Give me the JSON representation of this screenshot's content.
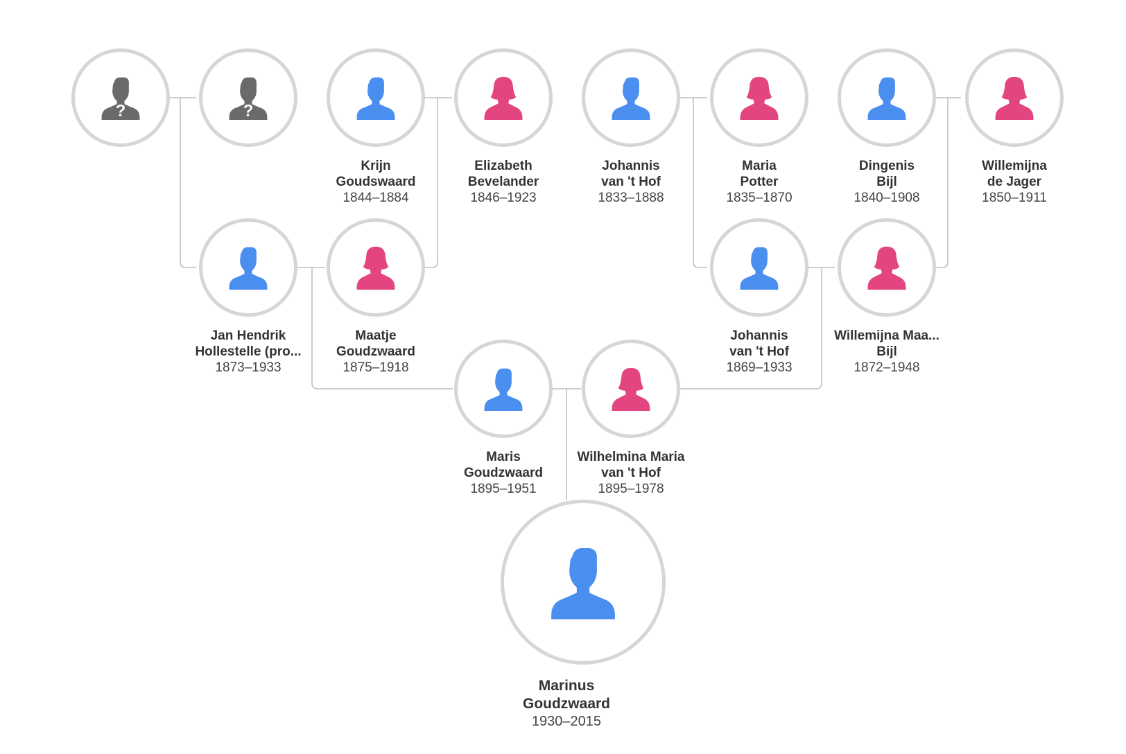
{
  "colors": {
    "male": "#4a8ff0",
    "female": "#e2457f",
    "unknown": "#6a6a6a",
    "ring": "#d6d6d6",
    "line": "#bdbdbd"
  },
  "people": [
    {
      "id": "unknown-1",
      "gender": "unknown",
      "icon": "unknown-person-icon",
      "name_line1": "",
      "name_line2": "",
      "dates": ""
    },
    {
      "id": "unknown-2",
      "gender": "unknown",
      "icon": "unknown-person-icon",
      "name_line1": "",
      "name_line2": "",
      "dates": ""
    },
    {
      "id": "krijn-goudswaard",
      "gender": "male",
      "icon": "male-person-icon",
      "name_line1": "Krijn",
      "name_line2": "Goudswaard",
      "dates": "1844–1884"
    },
    {
      "id": "elizabeth-bevelander",
      "gender": "female",
      "icon": "female-person-icon",
      "name_line1": "Elizabeth",
      "name_line2": "Bevelander",
      "dates": "1846–1923"
    },
    {
      "id": "johannis-van-t-hof-sr",
      "gender": "male",
      "icon": "male-person-icon",
      "name_line1": "Johannis",
      "name_line2": "van 't Hof",
      "dates": "1833–1888"
    },
    {
      "id": "maria-potter",
      "gender": "female",
      "icon": "female-person-icon",
      "name_line1": "Maria",
      "name_line2": "Potter",
      "dates": "1835–1870"
    },
    {
      "id": "dingenis-bijl",
      "gender": "male",
      "icon": "male-person-icon",
      "name_line1": "Dingenis",
      "name_line2": "Bijl",
      "dates": "1840–1908"
    },
    {
      "id": "willemijna-de-jager",
      "gender": "female",
      "icon": "female-person-icon",
      "name_line1": "Willemijna",
      "name_line2": "de Jager",
      "dates": "1850–1911"
    },
    {
      "id": "jan-hendrik-hollestelle",
      "gender": "male",
      "icon": "male-person-icon",
      "name_line1": "Jan Hendrik",
      "name_line2": "Hollestelle (pro...",
      "dates": "1873–1933"
    },
    {
      "id": "maatje-goudzwaard",
      "gender": "female",
      "icon": "female-person-icon",
      "name_line1": "Maatje",
      "name_line2": "Goudzwaard",
      "dates": "1875–1918"
    },
    {
      "id": "johannis-van-t-hof-jr",
      "gender": "male",
      "icon": "male-person-icon",
      "name_line1": "Johannis",
      "name_line2": "van 't Hof",
      "dates": "1869–1933"
    },
    {
      "id": "willemijna-maa-bijl",
      "gender": "female",
      "icon": "female-person-icon",
      "name_line1": "Willemijna Maa...",
      "name_line2": "Bijl",
      "dates": "1872–1948"
    },
    {
      "id": "maris-goudzwaard",
      "gender": "male",
      "icon": "male-person-icon",
      "name_line1": "Maris",
      "name_line2": "Goudzwaard",
      "dates": "1895–1951"
    },
    {
      "id": "wilhelmina-maria-van-t-hof",
      "gender": "female",
      "icon": "female-person-icon",
      "name_line1": "Wilhelmina Maria",
      "name_line2": "van 't Hof",
      "dates": "1895–1978"
    },
    {
      "id": "marinus-goudzwaard",
      "gender": "male",
      "icon": "male-person-icon",
      "name_line1": "Marinus",
      "name_line2": "Goudzwaard",
      "dates": "1930–2015"
    }
  ]
}
